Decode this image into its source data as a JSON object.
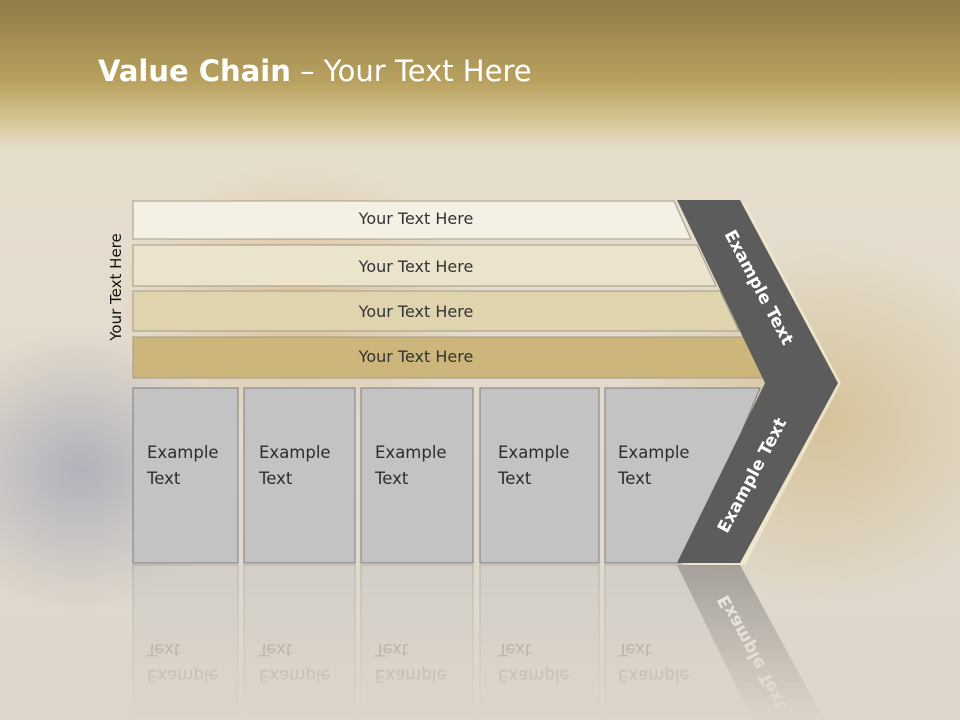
{
  "slide": {
    "title_bold": "Value Chain",
    "title_rest": " – Your Text Here",
    "side_label": "Your Text Here"
  },
  "rows": [
    {
      "label": "Your Text Here",
      "fill": "#f4f0e3"
    },
    {
      "label": "Your Text Here",
      "fill": "#ebe3cb"
    },
    {
      "label": "Your Text Here",
      "fill": "#e0d4ae"
    },
    {
      "label": "Your Text Here",
      "fill": "#cdb67b"
    }
  ],
  "boxes": [
    {
      "line1": "Example",
      "line2": "Text"
    },
    {
      "line1": "Example",
      "line2": "Text"
    },
    {
      "line1": "Example",
      "line2": "Text"
    },
    {
      "line1": "Example",
      "line2": "Text"
    },
    {
      "line1": "Example",
      "line2": "Text"
    }
  ],
  "chevron": {
    "upper_label": "Example Text",
    "lower_label": "Example Text",
    "fill": "#5c5c5c"
  }
}
